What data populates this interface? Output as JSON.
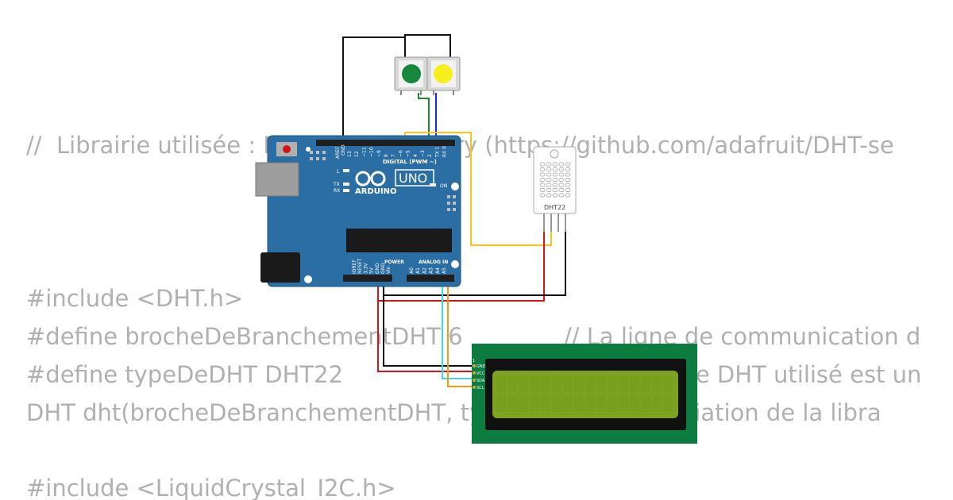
{
  "code_lines": [
    "//  Librairie utilisée : DHT sensor library (https://github.com/adafruit/DHT-se",
    "#include <DHT.h>",
    "#define brocheDeBranchementDHT 6",
    "// La ligne de communication d",
    "#define typeDeDHT DHT22",
    "// Le type de DHT utilisé est un DH",
    "DHT dht(brocheDeBranchementDHT, typeDeDHT);",
    "// Instanciation de la libra",
    "#include <LiquidCrystal_I2C.h>"
  ],
  "board": {
    "brand": "ARDUINO",
    "model": "UNO",
    "digital_header": "DIGITAL (PWM ~)",
    "power_label": "POWER",
    "analog_label": "ANALOG IN",
    "led_l": "L",
    "led_tx": "TX",
    "led_rx": "RX",
    "led_on": "ON",
    "aref": "AREF",
    "gnd": "GND",
    "digital_pins": [
      "13",
      "12",
      "~11",
      "~10",
      "~9",
      "8",
      "7",
      "~6",
      "~5",
      "4",
      "~3",
      "2",
      "TX 1",
      "RX 0"
    ],
    "power_pins": [
      "IOREF",
      "RESET",
      "3.3V",
      "5V",
      "GND",
      "GND",
      "Vin"
    ],
    "analog_pins": [
      "A0",
      "A1",
      "A2",
      "A3",
      "A4",
      "A5"
    ]
  },
  "sensor": {
    "label": "DHT22"
  },
  "lcd": {
    "pins": [
      "GND",
      "VCC",
      "SDA",
      "SCL"
    ],
    "pin_one": "1"
  },
  "buttons": [
    {
      "color": "#15883b"
    },
    {
      "color": "#f7ef1d"
    }
  ],
  "colors": {
    "board": "#2b6ea3",
    "wire_black": "#111111",
    "wire_red": "#dd1111",
    "wire_yellow": "#f5c518",
    "wire_green": "#1e8a2e",
    "wire_blue": "#1030dd",
    "wire_cyan": "#40d8e8",
    "wire_orange": "#ef9a1a",
    "lcd_pcb": "#0d7d3f",
    "lcd_screen": "#7ea320",
    "code_text": "#b0b0b0"
  }
}
